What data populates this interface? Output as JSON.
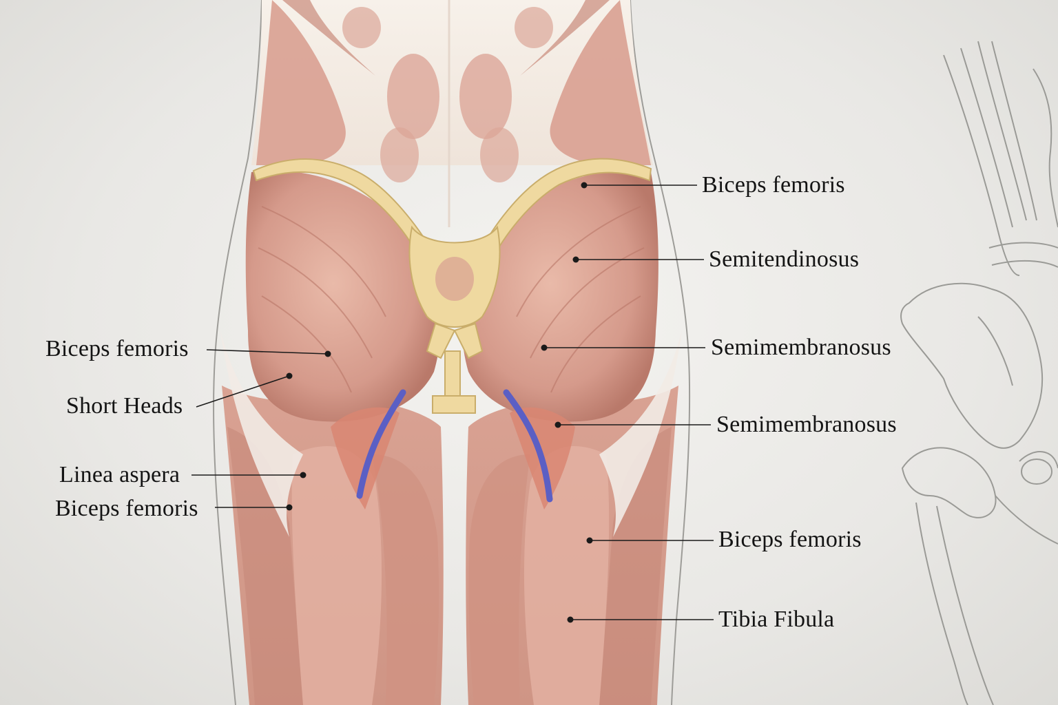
{
  "labels": {
    "right": [
      {
        "text": "Biceps femoris"
      },
      {
        "text": "Semitendinosus"
      },
      {
        "text": "Semimembranosus"
      },
      {
        "text": "Semimembranosus"
      },
      {
        "text": "Biceps femoris"
      },
      {
        "text": "Tibia Fibula"
      }
    ],
    "left": [
      {
        "text": "Biceps femoris"
      },
      {
        "text": "Short Heads"
      },
      {
        "text": "Linea aspera"
      },
      {
        "text": "Biceps femoris"
      }
    ]
  },
  "colors": {
    "muscle": "#d9a091",
    "muscle_dark": "#b87566",
    "muscle_light": "#ecc8bc",
    "tendon": "#f4ede6",
    "ligament": "#efd9a0",
    "nerve": "#5b5fc4",
    "bone_sketch": "#9a9a96",
    "leader": "#1a1a1a"
  }
}
